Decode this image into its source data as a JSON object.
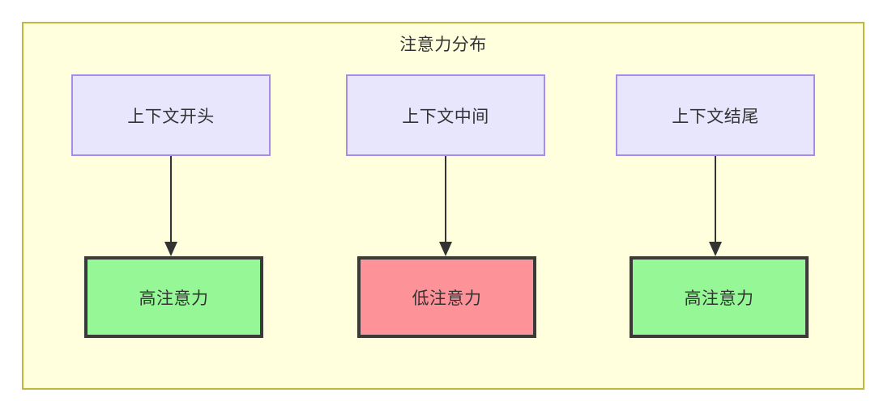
{
  "diagram": {
    "title": "注意力分布",
    "type": "flowchart",
    "colors": {
      "container_fill": "#ffffde",
      "container_border": "#bdb93a",
      "context_fill": "#e8e6fd",
      "context_border": "#a88ce8",
      "high_attention_fill": "#95f795",
      "low_attention_fill": "#fd9298",
      "attention_border": "#3a3a3a",
      "edge_color": "#333333",
      "text_color": "#333333"
    },
    "columns": [
      {
        "context_label": "上下文开头",
        "attention_label": "高注意力",
        "attention_level": "high"
      },
      {
        "context_label": "上下文中间",
        "attention_label": "低注意力",
        "attention_level": "low"
      },
      {
        "context_label": "上下文结尾",
        "attention_label": "高注意力",
        "attention_level": "high"
      }
    ]
  }
}
